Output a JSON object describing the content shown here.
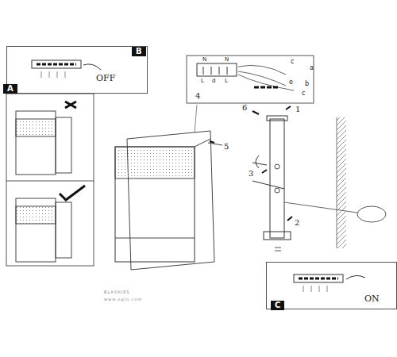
{
  "diagram": {
    "nodes": [
      {
        "text": [
          "B",
          "OFF"
        ]
      },
      {
        "text": [
          "A"
        ]
      },
      {
        "text": [
          "C",
          "ON"
        ]
      }
    ],
    "labels": [
      "N",
      "N",
      "L",
      "d",
      "L",
      "c",
      "a",
      "e",
      "b",
      "c",
      "4",
      "6",
      "1",
      "3",
      "2",
      "5",
      "BLASHIES",
      "www.eglo.com"
    ]
  }
}
